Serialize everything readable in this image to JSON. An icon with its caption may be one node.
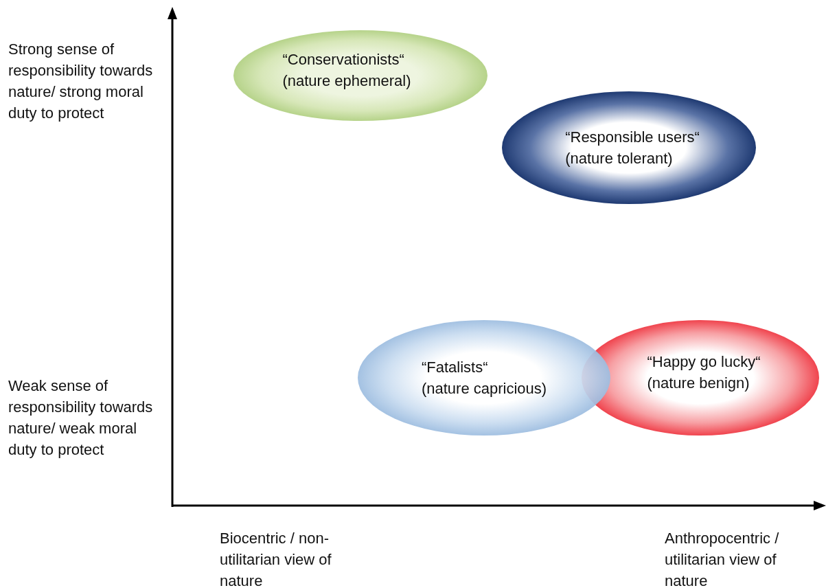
{
  "diagram": {
    "nodes": [
      {
        "text": [
          "“Conservationists“",
          "(nature ephemeral)"
        ]
      },
      {
        "text": [
          "“Responsible users“",
          "(nature tolerant)"
        ]
      },
      {
        "text": [
          "“Fatalists“",
          "(nature capricious)"
        ]
      },
      {
        "text": [
          "“Happy go lucky“",
          "(nature benign)"
        ]
      }
    ],
    "labels": [
      "Strong sense of responsibility towards nature/ strong moral duty to protect",
      "Weak sense of responsibility towards nature/ weak moral duty to protect",
      "Biocentric / non-utilitarian view of nature",
      "Anthropocentric / utilitarian view of nature"
    ]
  }
}
